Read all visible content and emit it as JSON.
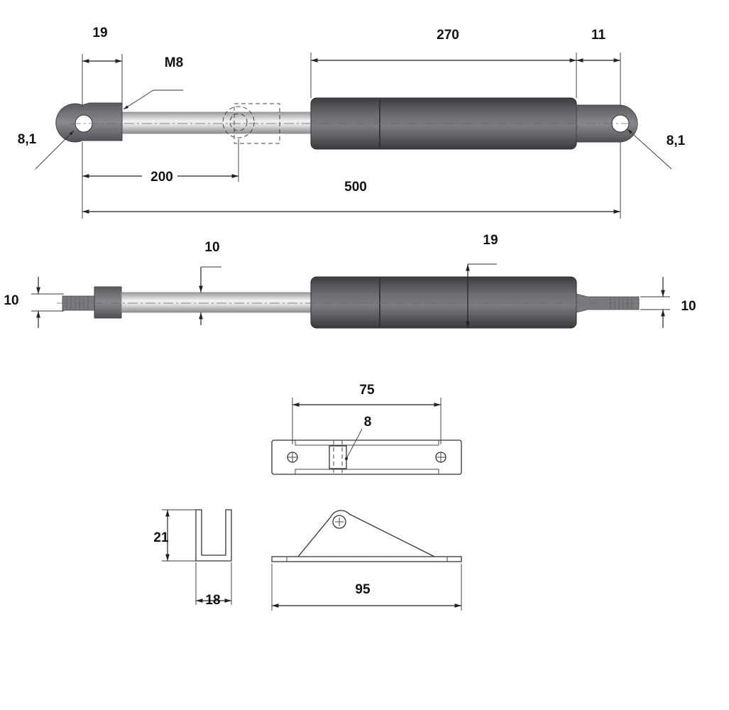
{
  "colors": {
    "cylinder_dark": "#4a4a4e",
    "cylinder_light": "#8a8a90",
    "rod_light": "#e6e6e6",
    "rod_dark": "#a0a0a0",
    "line": "#222222"
  },
  "labels": {
    "top_eye_length": "19",
    "top_thread": "M8",
    "top_cylinder_length": "270",
    "top_end_length": "11",
    "top_left_hole": "8,1",
    "top_right_hole": "8,1",
    "top_stroke": "200",
    "top_total_length": "500",
    "side_rod_diameter": "10",
    "side_cylinder_diameter": "19",
    "side_left_end": "10",
    "side_right_end": "10",
    "bracket_hole_spacing": "75",
    "bracket_slot": "8",
    "bracket_height": "21",
    "bracket_width": "18",
    "bracket_length": "95"
  }
}
